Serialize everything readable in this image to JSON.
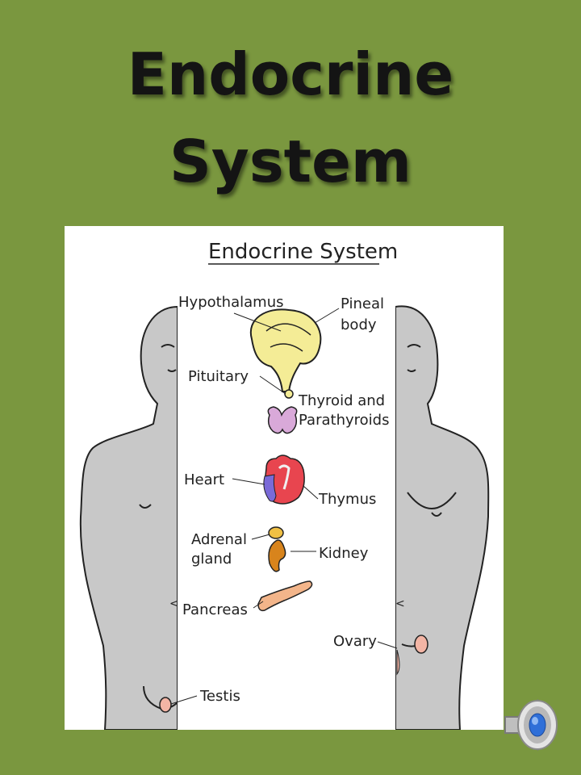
{
  "slide": {
    "title_line1": "Endocrine",
    "title_line2": "System"
  },
  "figure": {
    "heading": "Endocrine System",
    "labels": {
      "hypothalamus": "Hypothalamus",
      "pineal_1": "Pineal",
      "pineal_2": "body",
      "pituitary": "Pituitary",
      "thyroid_1": "Thyroid and",
      "thyroid_2": "Parathyroids",
      "heart": "Heart",
      "thymus": "Thymus",
      "adrenal_1": "Adrenal",
      "adrenal_2": "gland",
      "kidney": "Kidney",
      "pancreas": "Pancreas",
      "ovary": "Ovary",
      "testis": "Testis"
    }
  },
  "icons": {
    "speaker": "speaker-icon"
  },
  "colors": {
    "background": "#7a973f",
    "body_fill": "#c8c8c8",
    "brain": "#f4ec96",
    "thyroid": "#d9a9d9",
    "heart_red": "#e8454f",
    "heart_blue": "#7a6ad8",
    "kidney": "#d8841c",
    "adrenal": "#f0c044",
    "pancreas": "#f3b58a"
  }
}
